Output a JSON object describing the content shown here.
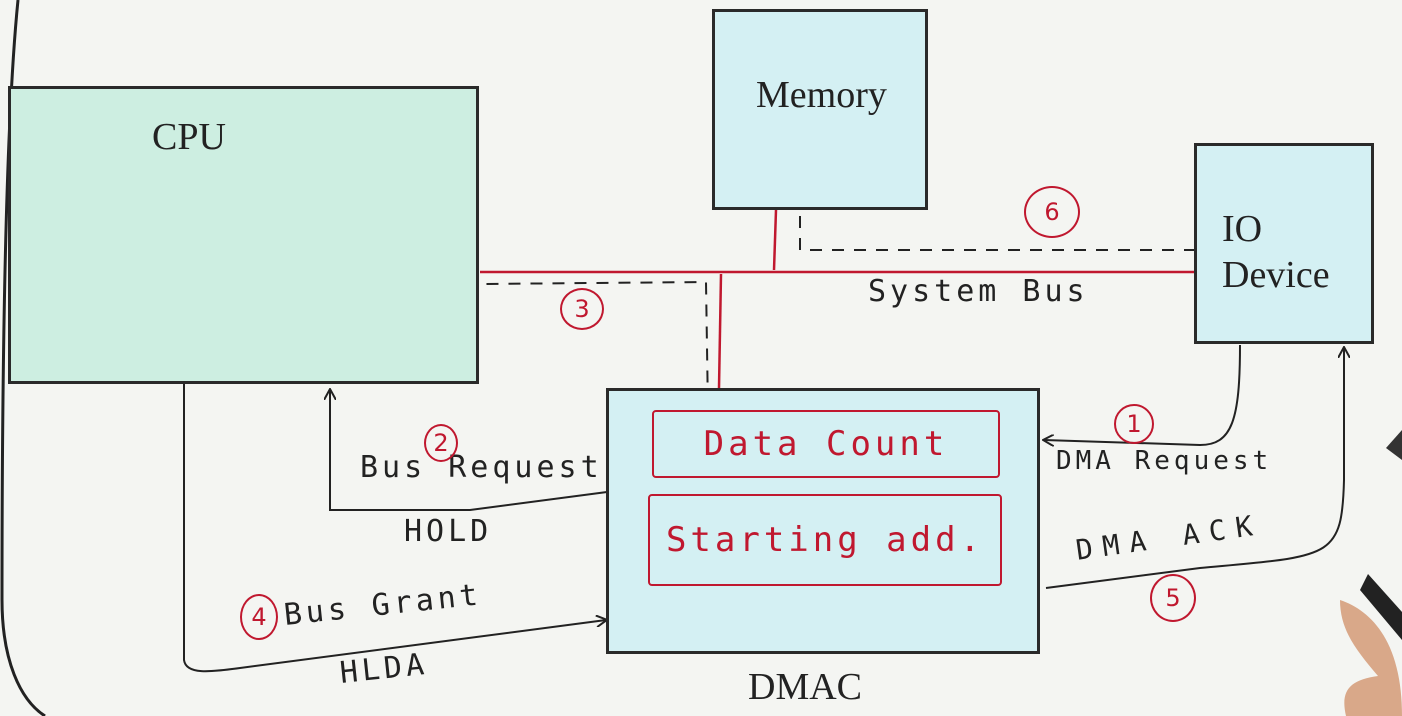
{
  "blocks": {
    "cpu": "CPU",
    "memory": "Memory",
    "io_device": [
      "IO",
      "Device"
    ],
    "dmac": "DMAC"
  },
  "registers": {
    "data_count": "Data Count",
    "starting_address": "Starting add."
  },
  "signals": {
    "system_bus": "System Bus",
    "bus_request": "Bus Request",
    "hold": "HOLD",
    "bus_grant": "Bus Grant",
    "hlda": "HLDA",
    "dma_request": "DMA Request",
    "dma_ack": "DMA ACK"
  },
  "steps": [
    "1",
    "2",
    "3",
    "4",
    "5",
    "6"
  ],
  "colors": {
    "box_fill_cpu": "#cdeee1",
    "box_fill_other": "#d4f0f3",
    "ink_red": "#c0182f",
    "ink_dark": "#222222"
  }
}
